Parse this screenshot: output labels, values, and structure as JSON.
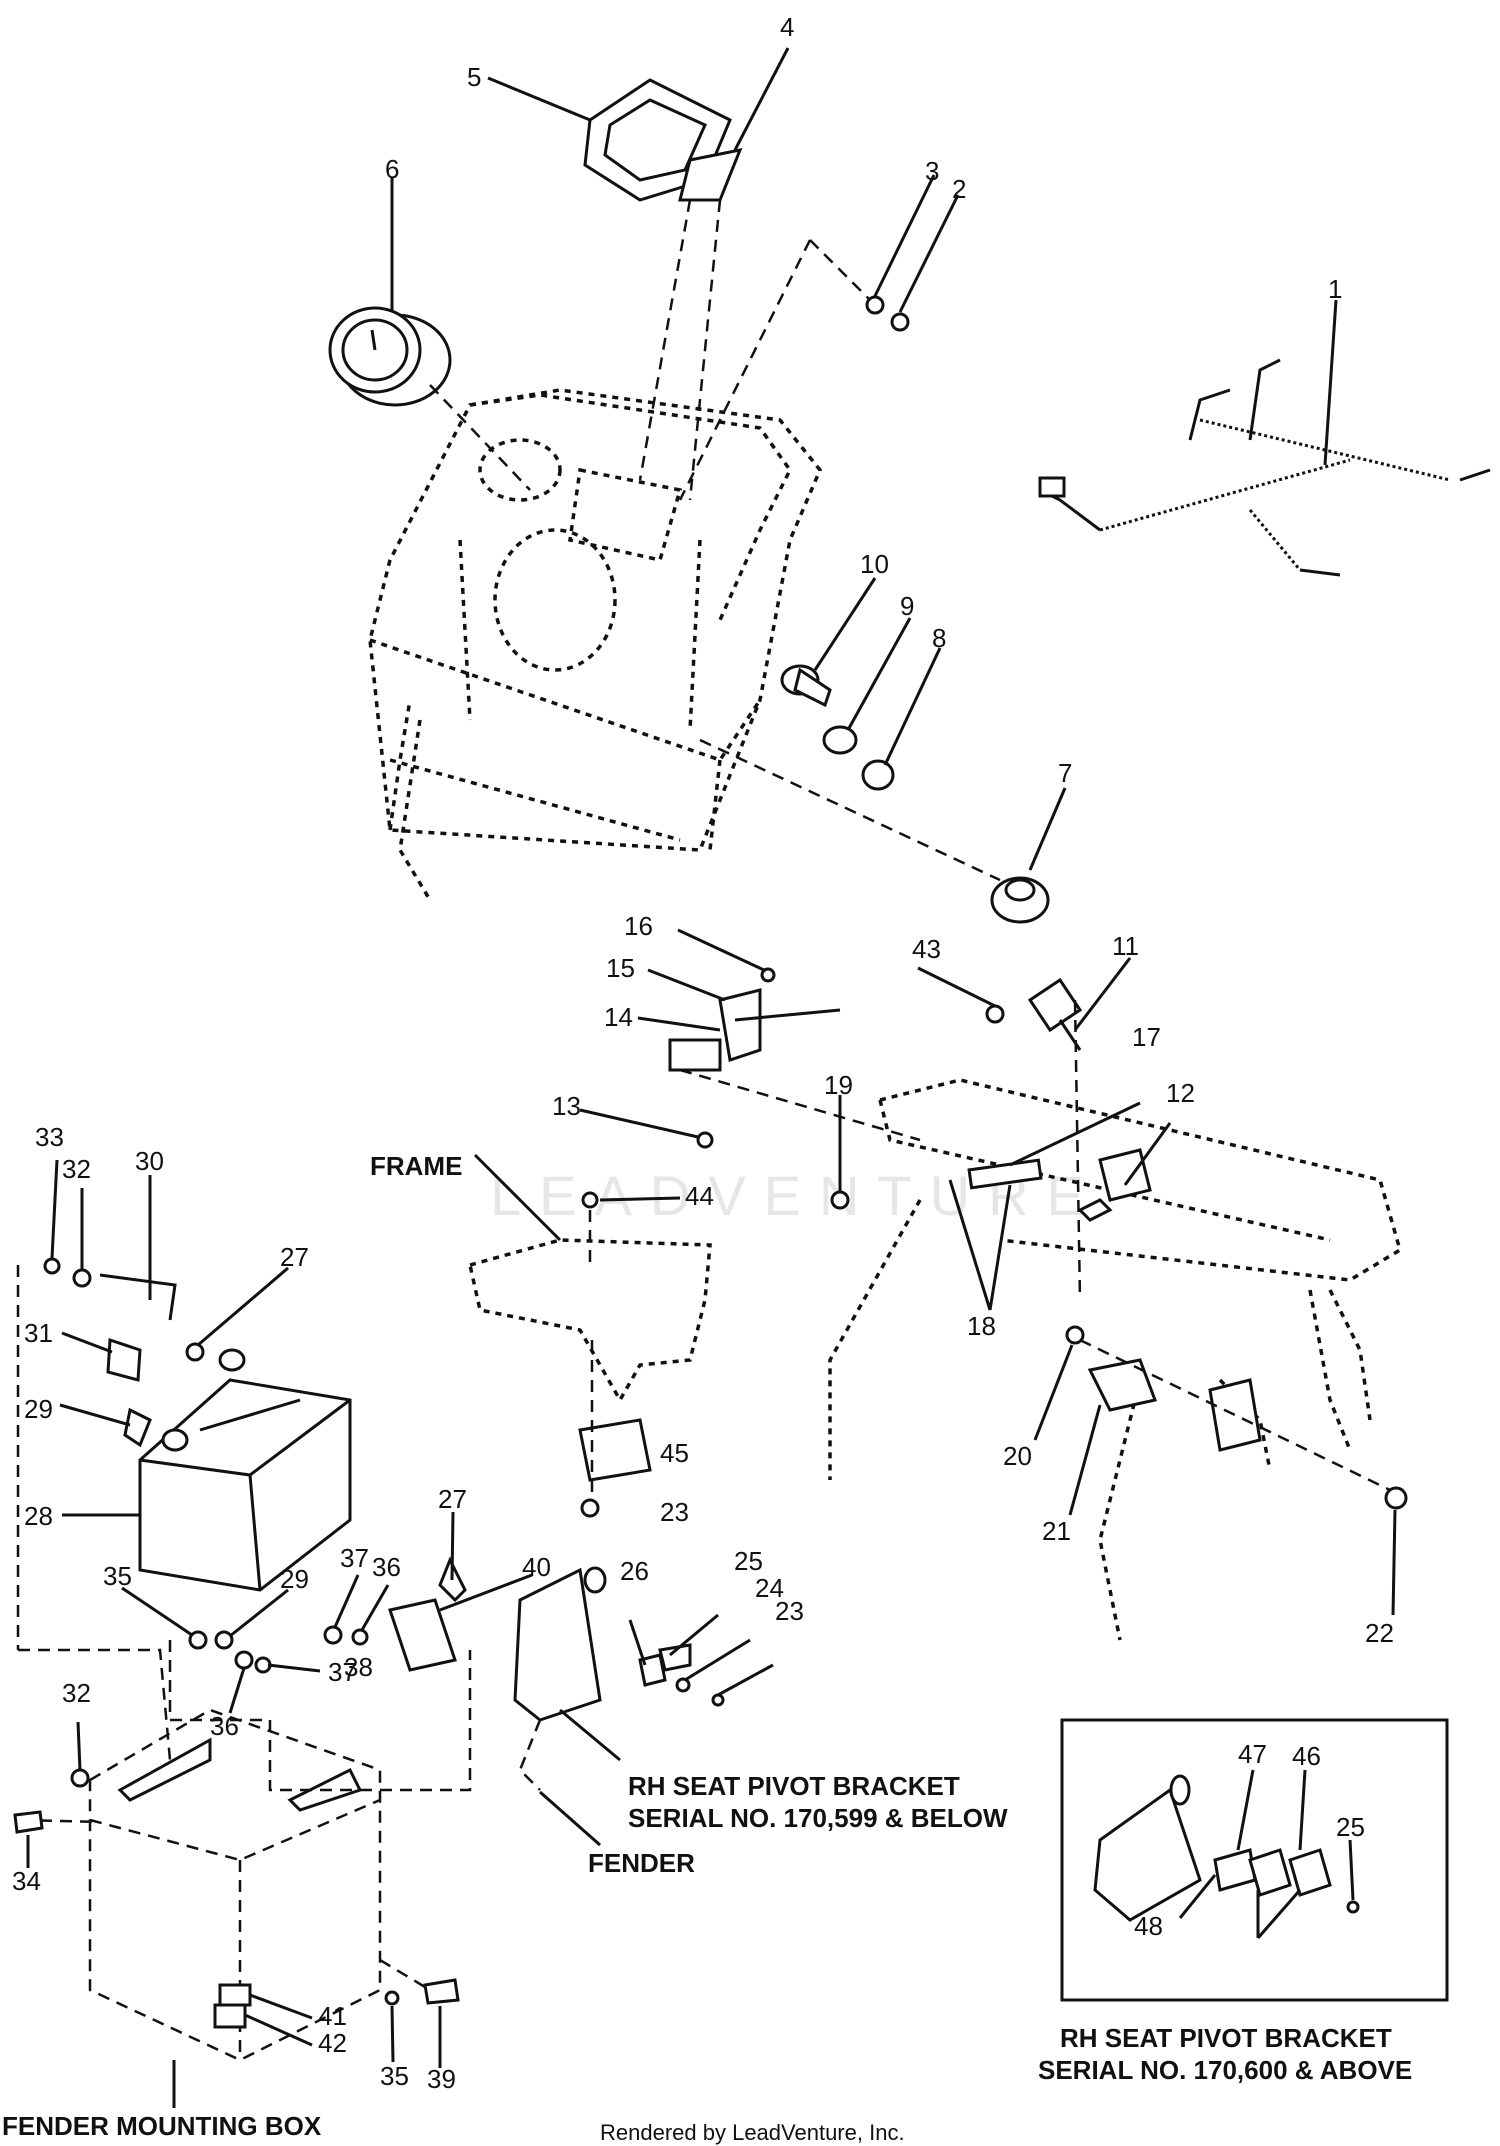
{
  "diagram": {
    "callouts": [
      "1",
      "2",
      "3",
      "4",
      "5",
      "6",
      "7",
      "8",
      "9",
      "10",
      "11",
      "12",
      "13",
      "14",
      "15",
      "16",
      "17",
      "18",
      "19",
      "20",
      "21",
      "22",
      "23",
      "24",
      "25",
      "26",
      "27",
      "27",
      "28",
      "29",
      "29",
      "30",
      "31",
      "32",
      "32",
      "33",
      "34",
      "35",
      "35",
      "36",
      "36",
      "37",
      "37",
      "38",
      "39",
      "40",
      "41",
      "42",
      "43",
      "44",
      "45",
      "23",
      "25",
      "46",
      "47",
      "48"
    ],
    "labels": {
      "frame": "FRAME",
      "rh_bracket_below_1": "RH SEAT PIVOT BRACKET",
      "rh_bracket_below_2": "SERIAL NO. 170,599 & BELOW",
      "fender": "FENDER",
      "fender_mounting_box": "FENDER MOUNTING BOX",
      "rh_bracket_above_1": "RH SEAT PIVOT BRACKET",
      "rh_bracket_above_2": "SERIAL NO. 170,600 & ABOVE"
    },
    "watermark": "LEADVENTURE",
    "credit": "Rendered by LeadVenture, Inc."
  }
}
